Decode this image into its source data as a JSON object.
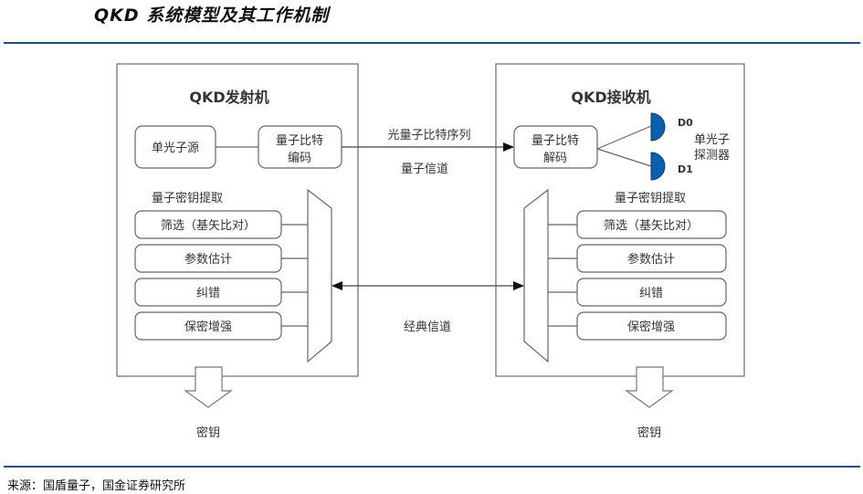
{
  "header": {
    "title": "QKD 系统模型及其工作机制"
  },
  "transmitter": {
    "title": "QKD发射机",
    "source_box": "单光子源",
    "encoder_box": [
      "量子比特",
      "编码"
    ],
    "extraction_label": "量子密钥提取",
    "steps": [
      "筛选（基矢比对）",
      "参数估计",
      "纠错",
      "保密增强"
    ],
    "output_label": "密钥"
  },
  "receiver": {
    "title": "QKD接收机",
    "decoder_box": [
      "量子比特",
      "解码"
    ],
    "detectors": [
      "D0",
      "D1"
    ],
    "detector_label": [
      "单光子",
      "探测器"
    ],
    "extraction_label": "量子密钥提取",
    "steps": [
      "筛选（基矢比对）",
      "参数估计",
      "纠错",
      "保密增强"
    ],
    "output_label": "密钥"
  },
  "channels": {
    "quantum_signal": "光量子比特序列",
    "quantum_channel": "量子信道",
    "classical_channel": "经典信道"
  },
  "colors": {
    "detector": "#0b5fb0",
    "rule": "#1f4e79"
  },
  "footer": {
    "source": "来源：国盾量子，国金证券研究所"
  }
}
